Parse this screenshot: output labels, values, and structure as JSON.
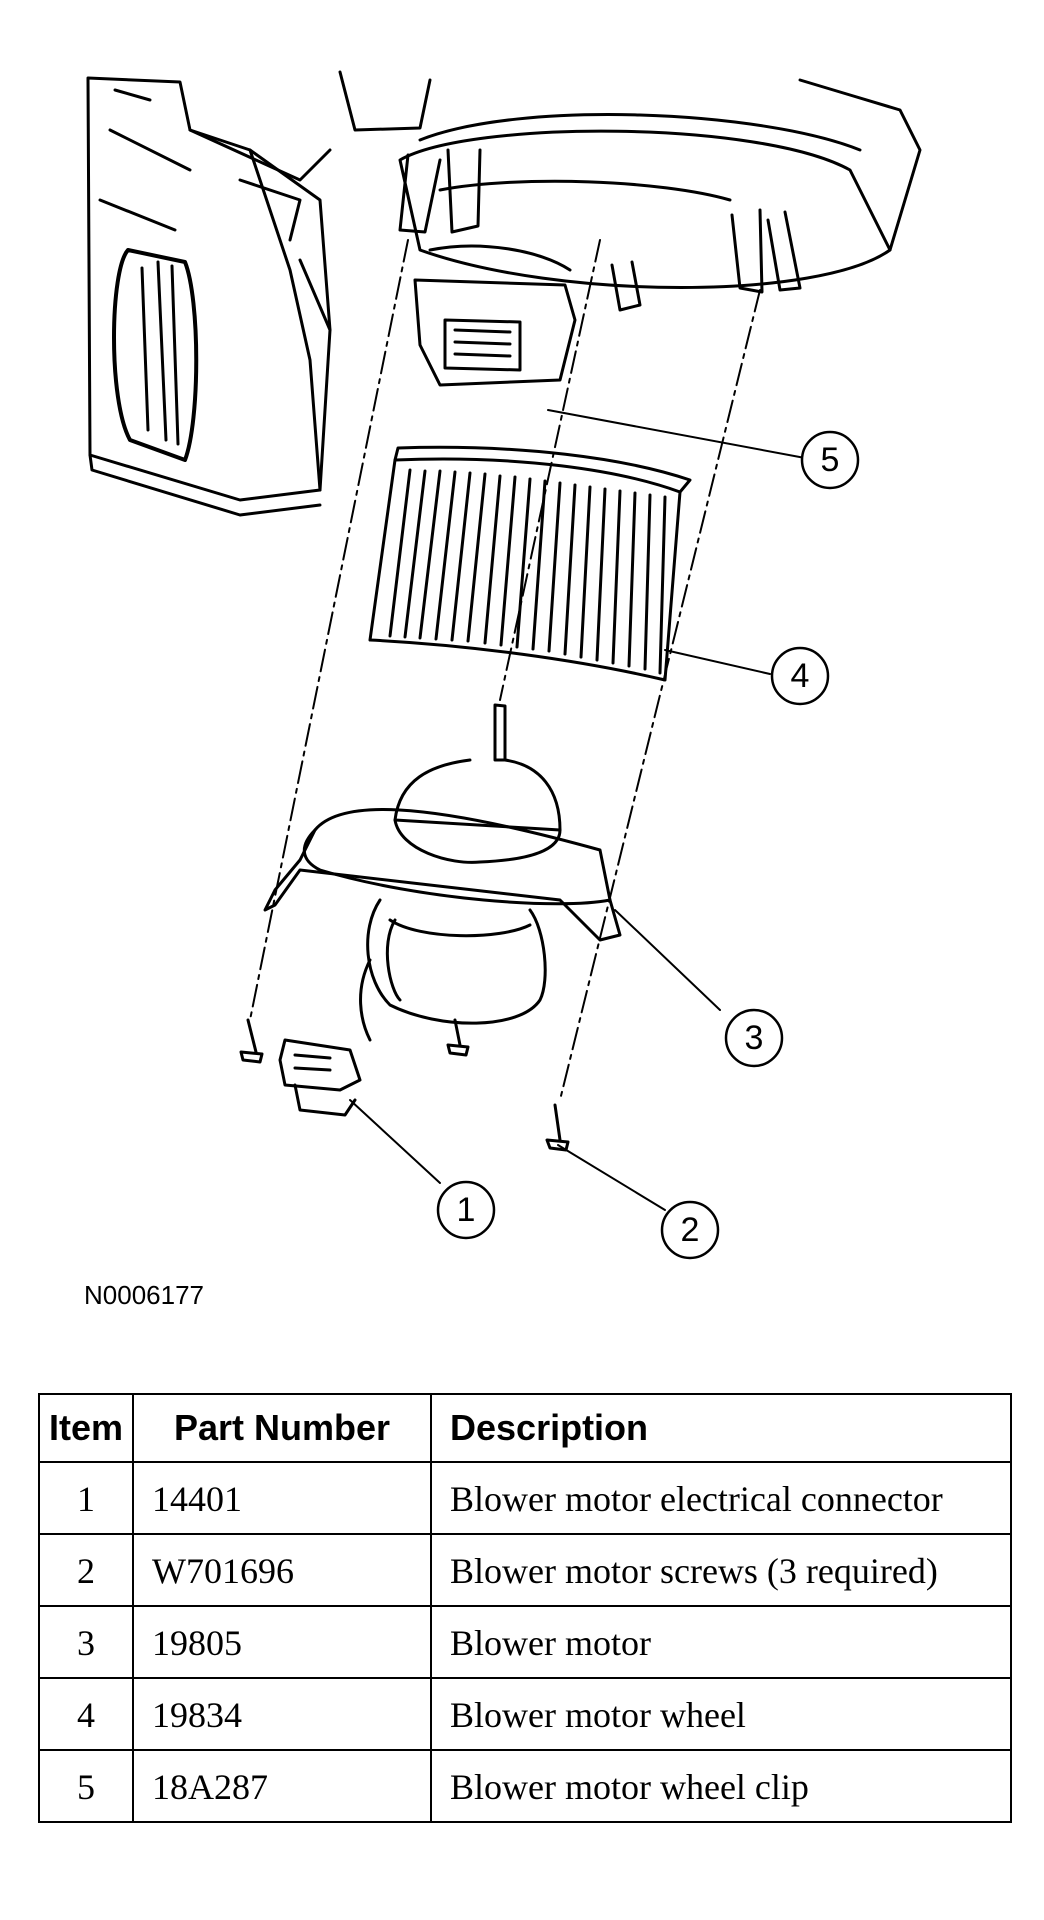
{
  "figure_id": "N0006177",
  "callouts": [
    "1",
    "2",
    "3",
    "4",
    "5"
  ],
  "table": {
    "headers": [
      "Item",
      "Part Number",
      "Description"
    ],
    "rows": [
      {
        "item": "1",
        "part_number": "14401",
        "description": "Blower motor electrical connector"
      },
      {
        "item": "2",
        "part_number": "W701696",
        "description": "Blower motor screws (3 required)"
      },
      {
        "item": "3",
        "part_number": "19805",
        "description": "Blower motor"
      },
      {
        "item": "4",
        "part_number": "19834",
        "description": "Blower motor wheel"
      },
      {
        "item": "5",
        "part_number": "18A287",
        "description": "Blower motor wheel clip"
      }
    ]
  }
}
